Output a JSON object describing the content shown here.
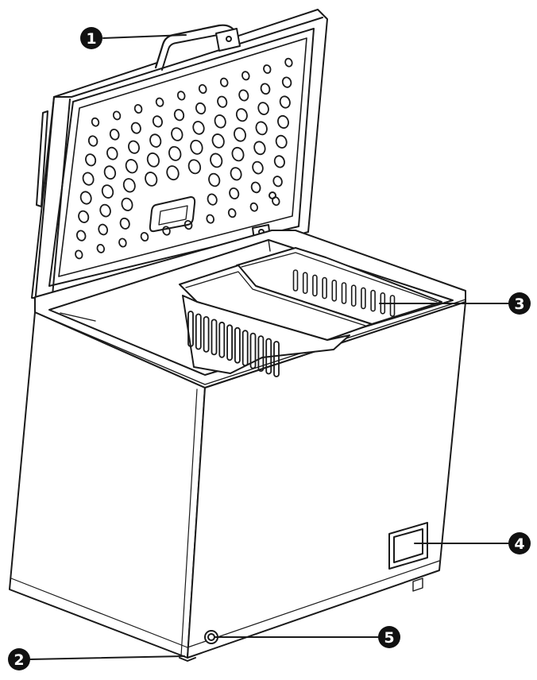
{
  "diagram": {
    "subject": "chest-freezer",
    "colors": {
      "line": "#1a1a1a",
      "fill": "#ffffff",
      "callout": "#111111",
      "callout_text": "#ffffff"
    },
    "callouts": [
      {
        "id": "1",
        "label": "1",
        "part": "lid-handle"
      },
      {
        "id": "2",
        "label": "2",
        "part": "leveling-foot"
      },
      {
        "id": "3",
        "label": "3",
        "part": "storage-basket"
      },
      {
        "id": "4",
        "label": "4",
        "part": "control-panel"
      },
      {
        "id": "5",
        "label": "5",
        "part": "drain-plug"
      }
    ]
  }
}
